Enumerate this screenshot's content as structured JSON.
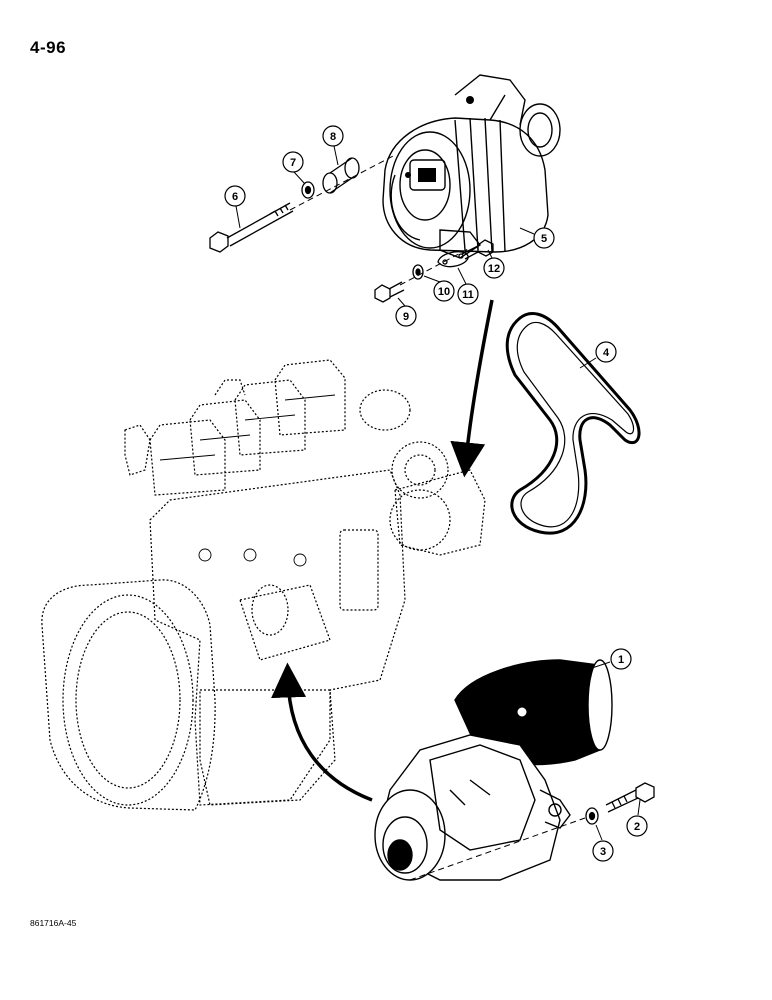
{
  "page": {
    "page_number": "4-96",
    "figure_code": "861716A-45"
  },
  "callouts": [
    {
      "id": "1",
      "part": "starter"
    },
    {
      "id": "2",
      "part": "bolt"
    },
    {
      "id": "3",
      "part": "lock-washer"
    },
    {
      "id": "4",
      "part": "drive-belt"
    },
    {
      "id": "5",
      "part": "alternator"
    },
    {
      "id": "6",
      "part": "bolt"
    },
    {
      "id": "7",
      "part": "washer"
    },
    {
      "id": "8",
      "part": "spacer-sleeve"
    },
    {
      "id": "9",
      "part": "bolt"
    },
    {
      "id": "10",
      "part": "washer"
    },
    {
      "id": "11",
      "part": "bracket-plate"
    },
    {
      "id": "12",
      "part": "bolt"
    }
  ]
}
